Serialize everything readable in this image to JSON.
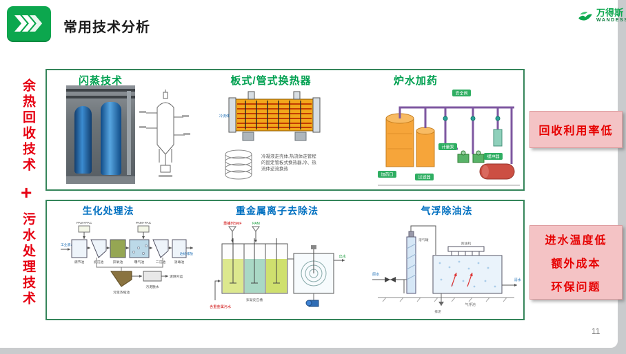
{
  "slide": {
    "title": "常用技术分析",
    "page_number": "11"
  },
  "logo": {
    "name": "万得斯",
    "latin": "WANDESS"
  },
  "left_rail": {
    "top": "余热回收技术",
    "plus": "+",
    "bottom": "污水处理技术"
  },
  "heat": {
    "flash": {
      "title": "闪蒸技术"
    },
    "exchanger": {
      "title": "板式/管式换热器",
      "cold_label": "冷流体",
      "caption": [
        "冷凝液走壳体,热流体走管程",
        "的固定管板式换热器,冷、热",
        "流体逆流换热"
      ]
    },
    "dosing": {
      "title": "炉水加药",
      "labels": {
        "safety": "安全阀",
        "buffer": "缓冲器",
        "pump": "计量泵",
        "filter": "过滤器",
        "port": "加药口"
      }
    }
  },
  "sewage": {
    "bio": {
      "title": "生化处理法",
      "labels": {
        "dose": "PAM+PAC",
        "inflow": "工业废水",
        "t1": "调节池",
        "t2": "初沉池",
        "t3": "厌氧池",
        "t4": "曝气池",
        "t5": "二沉池",
        "t6": "消毒池",
        "outflow": "达标排放",
        "s1": "污泥浓缩池",
        "s2": "污泥脱水",
        "s3": "泥饼外运"
      }
    },
    "metal": {
      "title": "重金属离子去除法",
      "labels": {
        "agent": "重捕剂SMF",
        "pam": "PAM",
        "out": "出水",
        "inflow": "含重金属污水",
        "tank": "絮凝反应槽"
      }
    },
    "flot": {
      "title": "气浮除油法",
      "labels": {
        "raw": "原水",
        "vessel": "溶气罐",
        "scraper": "刮油机",
        "pool": "气浮池",
        "clean": "清水",
        "sludge": "排泥"
      }
    }
  },
  "callouts": {
    "heat": "回收利用率低",
    "sewage": [
      "进水温度低",
      "额外成本",
      "环保问题"
    ]
  }
}
